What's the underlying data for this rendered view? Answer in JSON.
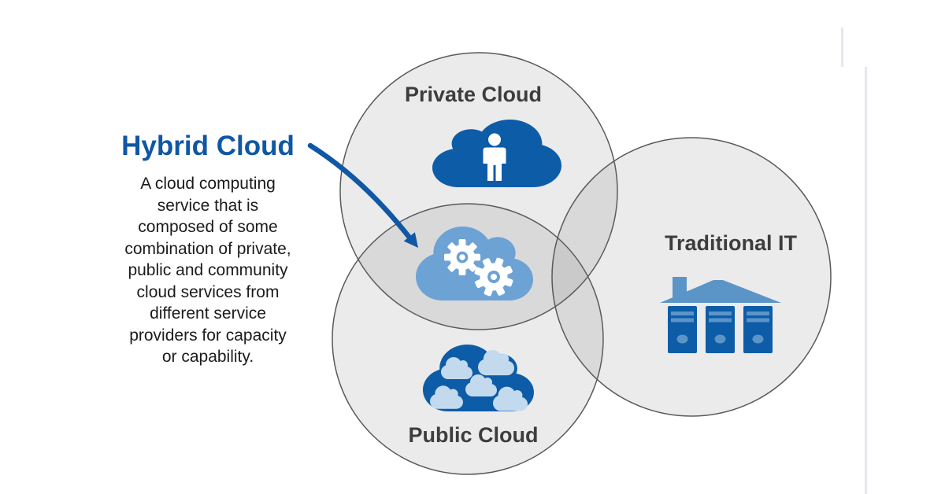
{
  "diagram": {
    "type": "venn",
    "circles": [
      {
        "id": "private-cloud",
        "label": "Private Cloud",
        "icon": "cloud-with-person-icon"
      },
      {
        "id": "public-cloud",
        "label": "Public Cloud",
        "icon": "cloud-of-clouds-icon"
      },
      {
        "id": "traditional-it",
        "label": "Traditional IT",
        "icon": "datacenter-servers-icon"
      }
    ],
    "overlap_icon": "cloud-with-gears-icon"
  },
  "callout": {
    "title": "Hybrid Cloud",
    "description_lines": [
      "A cloud computing",
      "service that is",
      "composed of some",
      "combination of private,",
      "public and community",
      "cloud services from",
      "different service",
      "providers for capacity",
      "or capability."
    ],
    "arrow": "curved arrow from title to private/public overlap"
  },
  "colors": {
    "title_blue": "#0f57a4",
    "arrow_blue": "#1057a5",
    "cloud_dark_blue": "#0d5ca8",
    "cloud_mid_blue": "#6da2d5",
    "cloud_pale_blue": "#c3daee",
    "steel_blue": "#5b95c8",
    "circle_fill": "#ebebeb",
    "circle_overlap_fill": "#dcdddf",
    "circle_stroke": "#58595b",
    "label_gray": "#3d3d3d",
    "body_text": "#1b1b1b",
    "page_edge_line": "#e7e7f2"
  }
}
